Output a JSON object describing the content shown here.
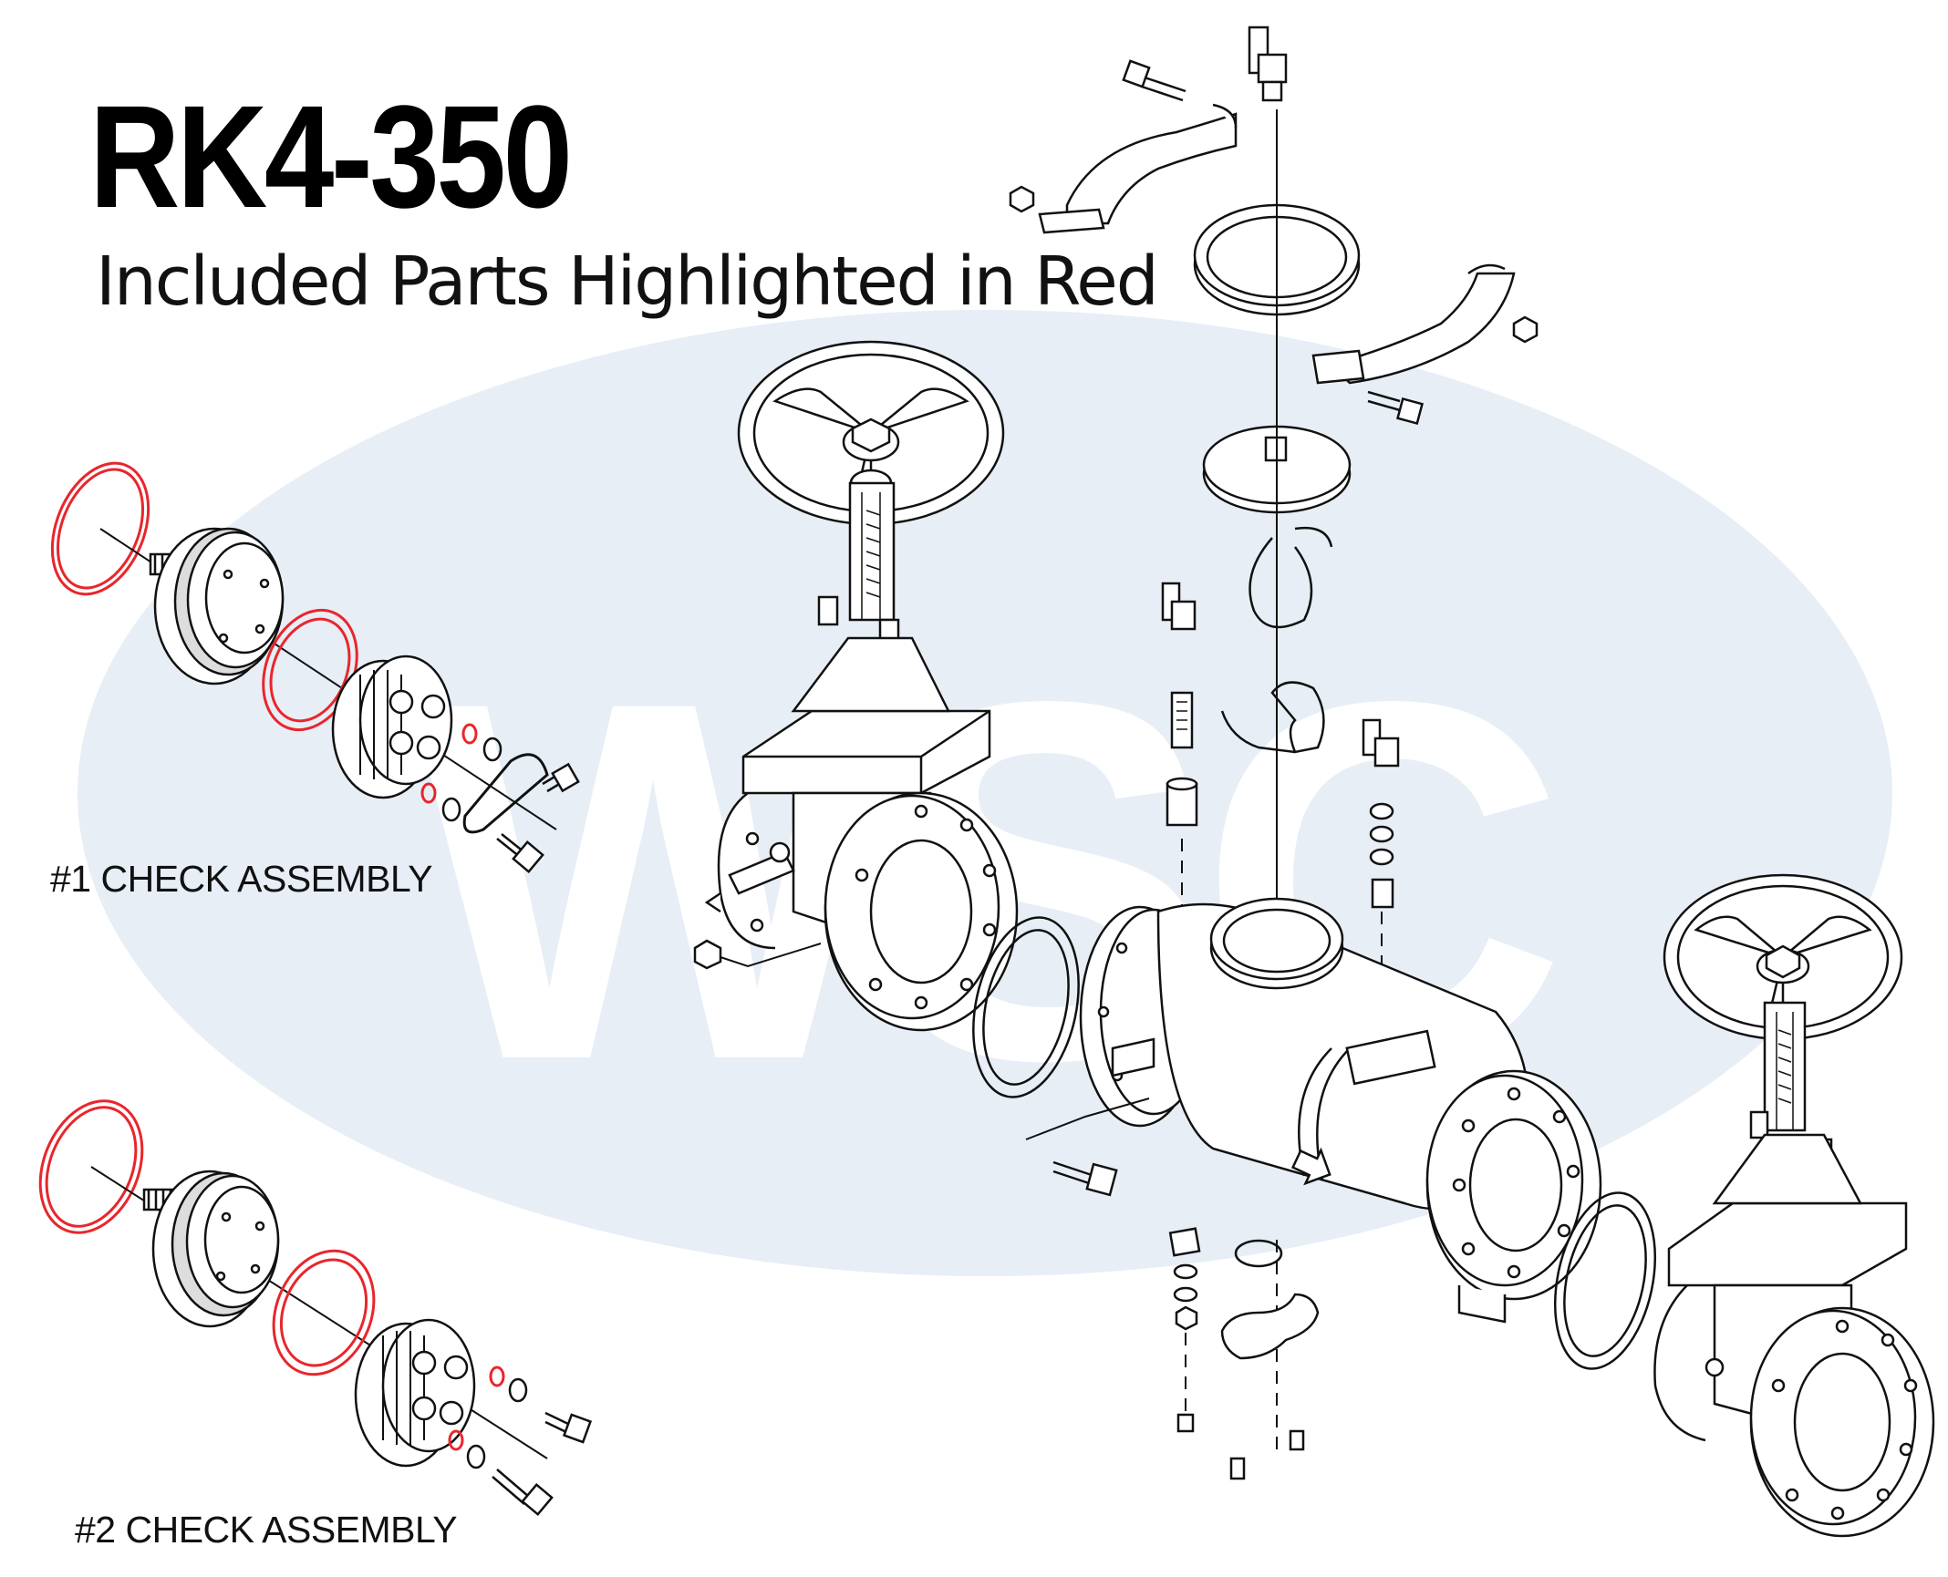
{
  "title": "RK4-350",
  "subtitle": "Included Parts Highlighted in Red",
  "watermark": "WSC",
  "check_assemblies": [
    {
      "label": "#1 CHECK ASSEMBLY"
    },
    {
      "label": "#2 CHECK ASSEMBLY"
    }
  ],
  "colors": {
    "highlight": "#e8262c",
    "line": "#111111",
    "watermark_oval": "#e7eef6",
    "watermark_text": "#ffffff",
    "background": "#ffffff"
  },
  "icons": [
    "gate-valve-icon",
    "handwheel-icon",
    "check-valve-body-icon",
    "clamp-icon",
    "ball-valve-icon",
    "bolt-icon",
    "nut-icon",
    "gasket-icon",
    "flow-arrow-icon"
  ]
}
